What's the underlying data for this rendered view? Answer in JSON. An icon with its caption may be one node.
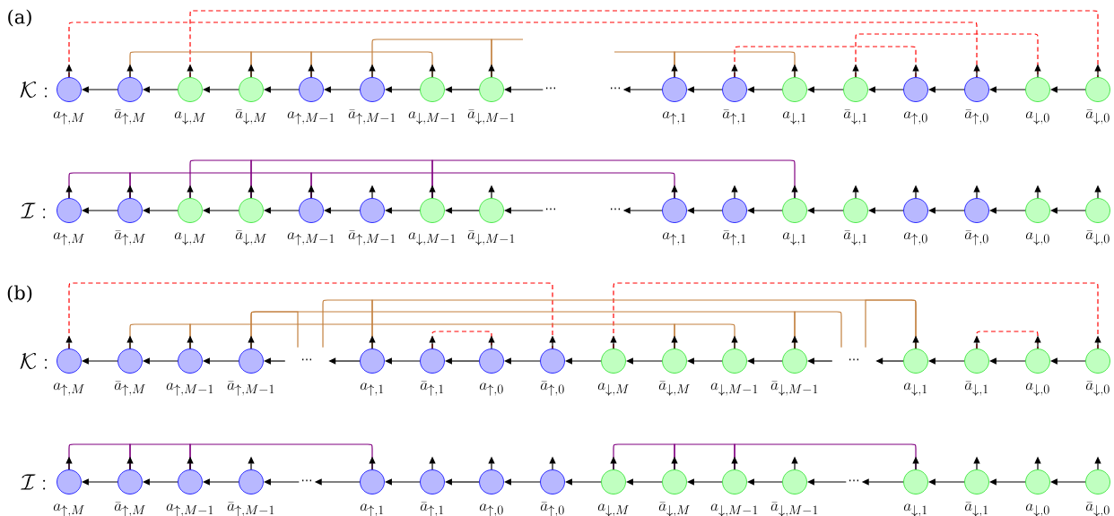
{
  "diagram": {
    "nodes": [
      {
        "text": [],
        "shape": "circle",
        "beside": [
          "a_{\\uparrow,M}"
        ]
      },
      {
        "text": [],
        "shape": "circle",
        "beside": [
          "\\bar{a}_{\\uparrow,M}"
        ]
      },
      {
        "text": [],
        "shape": "circle",
        "beside": [
          "a_{\\downarrow,M}"
        ]
      },
      {
        "text": [],
        "shape": "circle",
        "beside": [
          "\\bar{a}_{\\downarrow,M}"
        ]
      },
      {
        "text": [],
        "shape": "circle",
        "beside": [
          "a_{\\uparrow,M-1}"
        ]
      },
      {
        "text": [],
        "shape": "circle",
        "beside": [
          "\\bar{a}_{\\uparrow,M-1}"
        ]
      },
      {
        "text": [],
        "shape": "circle",
        "beside": [
          "a_{\\downarrow,M-1}"
        ]
      },
      {
        "text": [],
        "shape": "circle",
        "beside": [
          "\\bar{a}_{\\downarrow,M-1}"
        ]
      },
      {
        "text": [],
        "shape": "circle",
        "beside": [
          "a_{\\uparrow,1}"
        ]
      },
      {
        "text": [],
        "shape": "circle",
        "beside": [
          "\\bar{a}_{\\uparrow,1}"
        ]
      },
      {
        "text": [],
        "shape": "circle",
        "beside": [
          "a_{\\downarrow,1}"
        ]
      },
      {
        "text": [],
        "shape": "circle",
        "beside": [
          "\\bar{a}_{\\downarrow,1}"
        ]
      },
      {
        "text": [],
        "shape": "circle",
        "beside": [
          "a_{\\uparrow,0}"
        ]
      },
      {
        "text": [],
        "shape": "circle",
        "beside": [
          "\\bar{a}_{\\uparrow,0}"
        ]
      },
      {
        "text": [],
        "shape": "circle",
        "beside": [
          "a_{\\downarrow,0}"
        ]
      },
      {
        "text": [],
        "shape": "circle",
        "beside": [
          "\\bar{a}_{\\downarrow,0}"
        ]
      },
      {
        "text": [],
        "shape": "circle",
        "beside": [
          "a_{\\uparrow,M}"
        ]
      },
      {
        "text": [],
        "shape": "circle",
        "beside": [
          "\\bar{a}_{\\uparrow,M}"
        ]
      },
      {
        "text": [],
        "shape": "circle",
        "beside": [
          "a_{\\downarrow,M}"
        ]
      },
      {
        "text": [],
        "shape": "circle",
        "beside": [
          "\\bar{a}_{\\downarrow,M}"
        ]
      },
      {
        "text": [],
        "shape": "circle",
        "beside": [
          "a_{\\uparrow,M-1}"
        ]
      },
      {
        "text": [],
        "shape": "circle",
        "beside": [
          "\\bar{a}_{\\uparrow,M-1}"
        ]
      },
      {
        "text": [],
        "shape": "circle",
        "beside": [
          "a_{\\downarrow,M-1}"
        ]
      },
      {
        "text": [],
        "shape": "circle",
        "beside": [
          "\\bar{a}_{\\downarrow,M-1}"
        ]
      },
      {
        "text": [],
        "shape": "circle",
        "beside": [
          "a_{\\uparrow,1}"
        ]
      },
      {
        "text": [],
        "shape": "circle",
        "beside": [
          "\\bar{a}_{\\uparrow,1}"
        ]
      },
      {
        "text": [],
        "shape": "circle",
        "beside": [
          "a_{\\downarrow,1}"
        ]
      },
      {
        "text": [],
        "shape": "circle",
        "beside": [
          "\\bar{a}_{\\downarrow,1}"
        ]
      },
      {
        "text": [],
        "shape": "circle",
        "beside": [
          "a_{\\uparrow,0}"
        ]
      },
      {
        "text": [],
        "shape": "circle",
        "beside": [
          "\\bar{a}_{\\uparrow,0}"
        ]
      },
      {
        "text": [],
        "shape": "circle",
        "beside": [
          "a_{\\downarrow,0}"
        ]
      },
      {
        "text": [],
        "shape": "circle",
        "beside": [
          "\\bar{a}_{\\downarrow,0}"
        ]
      },
      {
        "text": [],
        "shape": "circle",
        "beside": [
          "a_{\\uparrow,M}"
        ]
      },
      {
        "text": [],
        "shape": "circle",
        "beside": [
          "\\bar{a}_{\\uparrow,M}"
        ]
      },
      {
        "text": [],
        "shape": "circle",
        "beside": [
          "a_{\\uparrow,M-1}"
        ]
      },
      {
        "text": [],
        "shape": "circle",
        "beside": [
          "\\bar{a}_{\\uparrow,M-1}"
        ]
      },
      {
        "text": [],
        "shape": "circle",
        "beside": [
          "a_{\\uparrow,1}"
        ]
      },
      {
        "text": [],
        "shape": "circle",
        "beside": [
          "\\bar{a}_{\\uparrow,1}"
        ]
      },
      {
        "text": [],
        "shape": "circle",
        "beside": [
          "a_{\\uparrow,0}"
        ]
      },
      {
        "text": [],
        "shape": "circle",
        "beside": [
          "\\bar{a}_{\\uparrow,0}"
        ]
      },
      {
        "text": [],
        "shape": "circle",
        "beside": [
          "a_{\\downarrow,M}"
        ]
      },
      {
        "text": [],
        "shape": "circle",
        "beside": [
          "\\bar{a}_{\\downarrow,M}"
        ]
      },
      {
        "text": [],
        "shape": "circle",
        "beside": [
          "a_{\\downarrow,M-1}"
        ]
      },
      {
        "text": [],
        "shape": "circle",
        "beside": [
          "\\bar{a}_{\\downarrow,M-1}"
        ]
      },
      {
        "text": [],
        "shape": "circle",
        "beside": [
          "a_{\\downarrow,1}"
        ]
      },
      {
        "text": [],
        "shape": "circle",
        "beside": [
          "\\bar{a}_{\\downarrow,1}"
        ]
      },
      {
        "text": [],
        "shape": "circle",
        "beside": [
          "a_{\\downarrow,0}"
        ]
      },
      {
        "text": [],
        "shape": "circle",
        "beside": [
          "\\bar{a}_{\\downarrow,0}"
        ]
      },
      {
        "text": [],
        "shape": "circle",
        "beside": [
          "a_{\\uparrow,M}"
        ]
      },
      {
        "text": [],
        "shape": "circle",
        "beside": [
          "\\bar{a}_{\\uparrow,M}"
        ]
      },
      {
        "text": [],
        "shape": "circle",
        "beside": [
          "a_{\\uparrow,M-1}"
        ]
      },
      {
        "text": [],
        "shape": "circle",
        "beside": [
          "\\bar{a}_{\\uparrow,M-1}"
        ]
      },
      {
        "text": [],
        "shape": "circle",
        "beside": [
          "a_{\\uparrow,1}"
        ]
      },
      {
        "text": [],
        "shape": "circle",
        "beside": [
          "\\bar{a}_{\\uparrow,1}"
        ]
      },
      {
        "text": [],
        "shape": "circle",
        "beside": [
          "a_{\\uparrow,0}"
        ]
      },
      {
        "text": [],
        "shape": "circle",
        "beside": [
          "\\bar{a}_{\\uparrow,0}"
        ]
      },
      {
        "text": [],
        "shape": "circle",
        "beside": [
          "a_{\\downarrow,M}"
        ]
      },
      {
        "text": [],
        "shape": "circle",
        "beside": [
          "\\bar{a}_{\\downarrow,M}"
        ]
      },
      {
        "text": [],
        "shape": "circle",
        "beside": [
          "a_{\\downarrow,M-1}"
        ]
      },
      {
        "text": [],
        "shape": "circle",
        "beside": [
          "\\bar{a}_{\\downarrow,M-1}"
        ]
      },
      {
        "text": [],
        "shape": "circle",
        "beside": [
          "a_{\\downarrow,1}"
        ]
      },
      {
        "text": [],
        "shape": "circle",
        "beside": [
          "\\bar{a}_{\\downarrow,1}"
        ]
      },
      {
        "text": [],
        "shape": "circle",
        "beside": [
          "a_{\\downarrow,0}"
        ]
      },
      {
        "text": [],
        "shape": "circle",
        "beside": [
          "\\bar{a}_{\\downarrow,0}"
        ]
      },
      {
        "text": [
          "⋯"
        ]
      },
      {
        "text": [
          "⋯"
        ]
      },
      {
        "text": [
          "⋯"
        ]
      },
      {
        "text": [
          "⋯"
        ]
      },
      {
        "text": [
          "⋯"
        ]
      },
      {
        "text": [
          "⋯"
        ]
      },
      {
        "text": [
          "⋯"
        ]
      },
      {
        "text": [
          "⋯"
        ]
      }
    ],
    "edges": [
      {
        "from": 1,
        "to": 0,
        "arrow": "to"
      },
      {
        "from": 2,
        "to": 1,
        "arrow": "to"
      },
      {
        "from": 3,
        "to": 2,
        "arrow": "to"
      },
      {
        "from": 4,
        "to": 3,
        "arrow": "to"
      },
      {
        "from": 5,
        "to": 4,
        "arrow": "to"
      },
      {
        "from": 6,
        "to": 5,
        "arrow": "to"
      },
      {
        "from": 7,
        "to": 6,
        "arrow": "to"
      },
      {
        "from": 64,
        "to": 7,
        "arrow": "to"
      },
      {
        "from": 8,
        "to": 65,
        "arrow": "to"
      },
      {
        "from": 9,
        "to": 8,
        "arrow": "to"
      },
      {
        "from": 10,
        "to": 9,
        "arrow": "to"
      },
      {
        "from": 11,
        "to": 10,
        "arrow": "to"
      },
      {
        "from": 12,
        "to": 11,
        "arrow": "to"
      },
      {
        "from": 13,
        "to": 12,
        "arrow": "to"
      },
      {
        "from": 14,
        "to": 13,
        "arrow": "to"
      },
      {
        "from": 15,
        "to": 14,
        "arrow": "to"
      },
      {
        "from": 0,
        "to": null,
        "arrow": "to"
      },
      {
        "from": 1,
        "to": null,
        "arrow": "to"
      },
      {
        "from": 2,
        "to": null,
        "arrow": "to"
      },
      {
        "from": 3,
        "to": null,
        "arrow": "to"
      },
      {
        "from": 4,
        "to": null,
        "arrow": "to"
      },
      {
        "from": 5,
        "to": null,
        "arrow": "to"
      },
      {
        "from": 6,
        "to": null,
        "arrow": "to"
      },
      {
        "from": 7,
        "to": null,
        "arrow": "to"
      },
      {
        "from": 8,
        "to": null,
        "arrow": "to"
      },
      {
        "from": 9,
        "to": null,
        "arrow": "to"
      },
      {
        "from": 10,
        "to": null,
        "arrow": "to"
      },
      {
        "from": 11,
        "to": null,
        "arrow": "to"
      },
      {
        "from": 12,
        "to": null,
        "arrow": "to"
      },
      {
        "from": 13,
        "to": null,
        "arrow": "to"
      },
      {
        "from": 14,
        "to": null,
        "arrow": "to"
      },
      {
        "from": 15,
        "to": null,
        "arrow": "to"
      },
      {
        "from": 0,
        "to": 13,
        "arrow": "none",
        "style": "dashed",
        "color": "#ff0000"
      },
      {
        "from": 2,
        "to": 15,
        "arrow": "none",
        "style": "dashed",
        "color": "#ff0000"
      },
      {
        "from": 9,
        "to": 12,
        "arrow": "none",
        "style": "dashed",
        "color": "#ff0000"
      },
      {
        "from": 11,
        "to": 14,
        "arrow": "none",
        "style": "dashed",
        "color": "#ff0000"
      },
      {
        "from": 1,
        "to": 3,
        "arrow": "none",
        "color": "#c3803f"
      },
      {
        "from": 3,
        "to": 4,
        "arrow": "none",
        "color": "#c3803f"
      },
      {
        "from": 4,
        "to": 6,
        "arrow": "none",
        "color": "#c3803f"
      },
      {
        "from": 5,
        "to": 7,
        "arrow": "none",
        "color": "#c3803f"
      },
      {
        "from": 7,
        "to": null,
        "arrow": "none",
        "color": "#c3803f"
      },
      {
        "from": 8,
        "to": 10,
        "arrow": "none",
        "color": "#c3803f"
      },
      {
        "from": 17,
        "to": 16,
        "arrow": "to"
      },
      {
        "from": 18,
        "to": 17,
        "arrow": "to"
      },
      {
        "from": 19,
        "to": 18,
        "arrow": "to"
      },
      {
        "from": 20,
        "to": 19,
        "arrow": "to"
      },
      {
        "from": 21,
        "to": 20,
        "arrow": "to"
      },
      {
        "from": 22,
        "to": 21,
        "arrow": "to"
      },
      {
        "from": 23,
        "to": 22,
        "arrow": "to"
      },
      {
        "from": 66,
        "to": 23,
        "arrow": "to"
      },
      {
        "from": 24,
        "to": 67,
        "arrow": "to"
      },
      {
        "from": 25,
        "to": 24,
        "arrow": "to"
      },
      {
        "from": 26,
        "to": 25,
        "arrow": "to"
      },
      {
        "from": 27,
        "to": 26,
        "arrow": "to"
      },
      {
        "from": 28,
        "to": 27,
        "arrow": "to"
      },
      {
        "from": 29,
        "to": 28,
        "arrow": "to"
      },
      {
        "from": 30,
        "to": 29,
        "arrow": "to"
      },
      {
        "from": 31,
        "to": 30,
        "arrow": "to"
      },
      {
        "from": 16,
        "to": null,
        "arrow": "to"
      },
      {
        "from": 17,
        "to": null,
        "arrow": "to"
      },
      {
        "from": 18,
        "to": null,
        "arrow": "to"
      },
      {
        "from": 19,
        "to": null,
        "arrow": "to"
      },
      {
        "from": 20,
        "to": null,
        "arrow": "to"
      },
      {
        "from": 21,
        "to": null,
        "arrow": "to"
      },
      {
        "from": 22,
        "to": null,
        "arrow": "to"
      },
      {
        "from": 23,
        "to": null,
        "arrow": "to"
      },
      {
        "from": 24,
        "to": null,
        "arrow": "to"
      },
      {
        "from": 25,
        "to": null,
        "arrow": "to"
      },
      {
        "from": 26,
        "to": null,
        "arrow": "to"
      },
      {
        "from": 27,
        "to": null,
        "arrow": "to"
      },
      {
        "from": 28,
        "to": null,
        "arrow": "to"
      },
      {
        "from": 29,
        "to": null,
        "arrow": "to"
      },
      {
        "from": 30,
        "to": null,
        "arrow": "to"
      },
      {
        "from": 31,
        "to": null,
        "arrow": "to"
      },
      {
        "from": 16,
        "to": 17,
        "arrow": "none",
        "color": "#800080"
      },
      {
        "from": 17,
        "to": 20,
        "arrow": "none",
        "color": "#800080"
      },
      {
        "from": 20,
        "to": 24,
        "arrow": "none",
        "color": "#800080"
      },
      {
        "from": 18,
        "to": 19,
        "arrow": "none",
        "color": "#800080"
      },
      {
        "from": 19,
        "to": 22,
        "arrow": "none",
        "color": "#800080"
      },
      {
        "from": 22,
        "to": 26,
        "arrow": "none",
        "color": "#800080"
      },
      {
        "from": 33,
        "to": 32,
        "arrow": "to"
      },
      {
        "from": 34,
        "to": 33,
        "arrow": "to"
      },
      {
        "from": 35,
        "to": 34,
        "arrow": "to"
      },
      {
        "from": 68,
        "to": 35,
        "arrow": "to"
      },
      {
        "from": 36,
        "to": 68,
        "arrow": "to"
      },
      {
        "from": 37,
        "to": 36,
        "arrow": "to"
      },
      {
        "from": 38,
        "to": 37,
        "arrow": "to"
      },
      {
        "from": 39,
        "to": 38,
        "arrow": "to"
      },
      {
        "from": 40,
        "to": 39,
        "arrow": "to"
      },
      {
        "from": 41,
        "to": 40,
        "arrow": "to"
      },
      {
        "from": 42,
        "to": 41,
        "arrow": "to"
      },
      {
        "from": 43,
        "to": 42,
        "arrow": "to"
      },
      {
        "from": 69,
        "to": 43,
        "arrow": "to"
      },
      {
        "from": 44,
        "to": 69,
        "arrow": "to"
      },
      {
        "from": 45,
        "to": 44,
        "arrow": "to"
      },
      {
        "from": 46,
        "to": 45,
        "arrow": "to"
      },
      {
        "from": 47,
        "to": 46,
        "arrow": "to"
      },
      {
        "from": 32,
        "to": null,
        "arrow": "to"
      },
      {
        "from": 33,
        "to": null,
        "arrow": "to"
      },
      {
        "from": 34,
        "to": null,
        "arrow": "to"
      },
      {
        "from": 35,
        "to": null,
        "arrow": "to"
      },
      {
        "from": 36,
        "to": null,
        "arrow": "to"
      },
      {
        "from": 37,
        "to": null,
        "arrow": "to"
      },
      {
        "from": 38,
        "to": null,
        "arrow": "to"
      },
      {
        "from": 39,
        "to": null,
        "arrow": "to"
      },
      {
        "from": 40,
        "to": null,
        "arrow": "to"
      },
      {
        "from": 41,
        "to": null,
        "arrow": "to"
      },
      {
        "from": 42,
        "to": null,
        "arrow": "to"
      },
      {
        "from": 43,
        "to": null,
        "arrow": "to"
      },
      {
        "from": 44,
        "to": null,
        "arrow": "to"
      },
      {
        "from": 45,
        "to": null,
        "arrow": "to"
      },
      {
        "from": 46,
        "to": null,
        "arrow": "to"
      },
      {
        "from": 47,
        "to": null,
        "arrow": "to"
      },
      {
        "from": 32,
        "to": 39,
        "arrow": "none",
        "style": "dashed",
        "color": "#ff0000"
      },
      {
        "from": 37,
        "to": 38,
        "arrow": "none",
        "style": "dashed",
        "color": "#ff0000"
      },
      {
        "from": 40,
        "to": 47,
        "arrow": "none",
        "style": "dashed",
        "color": "#ff0000"
      },
      {
        "from": 45,
        "to": 46,
        "arrow": "none",
        "style": "dashed",
        "color": "#ff0000"
      },
      {
        "from": 33,
        "to": 34,
        "arrow": "none",
        "color": "#c3803f"
      },
      {
        "from": 34,
        "to": 41,
        "arrow": "none",
        "color": "#c3803f"
      },
      {
        "from": 41,
        "to": 42,
        "arrow": "none",
        "color": "#c3803f"
      },
      {
        "from": 35,
        "to": 43,
        "arrow": "none",
        "color": "#c3803f"
      },
      {
        "from": 35,
        "to": 68,
        "arrow": "none",
        "color": "#c3803f"
      },
      {
        "from": 43,
        "to": 69,
        "arrow": "none",
        "color": "#c3803f"
      },
      {
        "from": 36,
        "to": 44,
        "arrow": "none",
        "color": "#c3803f"
      },
      {
        "from": 36,
        "to": 68,
        "arrow": "none",
        "color": "#c3803f"
      },
      {
        "from": 44,
        "to": 69,
        "arrow": "none",
        "color": "#c3803f"
      },
      {
        "from": 49,
        "to": 48,
        "arrow": "to"
      },
      {
        "from": 50,
        "to": 49,
        "arrow": "to"
      },
      {
        "from": 51,
        "to": 50,
        "arrow": "to"
      },
      {
        "from": 70,
        "to": 51,
        "arrow": "to"
      },
      {
        "from": 52,
        "to": 70,
        "arrow": "to"
      },
      {
        "from": 53,
        "to": 52,
        "arrow": "to"
      },
      {
        "from": 54,
        "to": 53,
        "arrow": "to"
      },
      {
        "from": 55,
        "to": 54,
        "arrow": "to"
      },
      {
        "from": 56,
        "to": 55,
        "arrow": "to"
      },
      {
        "from": 57,
        "to": 56,
        "arrow": "to"
      },
      {
        "from": 58,
        "to": 57,
        "arrow": "to"
      },
      {
        "from": 59,
        "to": 58,
        "arrow": "to"
      },
      {
        "from": 71,
        "to": 59,
        "arrow": "to"
      },
      {
        "from": 60,
        "to": 71,
        "arrow": "to"
      },
      {
        "from": 61,
        "to": 60,
        "arrow": "to"
      },
      {
        "from": 62,
        "to": 61,
        "arrow": "to"
      },
      {
        "from": 63,
        "to": 62,
        "arrow": "to"
      },
      {
        "from": 48,
        "to": null,
        "arrow": "to"
      },
      {
        "from": 49,
        "to": null,
        "arrow": "to"
      },
      {
        "from": 50,
        "to": null,
        "arrow": "to"
      },
      {
        "from": 51,
        "to": null,
        "arrow": "to"
      },
      {
        "from": 52,
        "to": null,
        "arrow": "to"
      },
      {
        "from": 53,
        "to": null,
        "arrow": "to"
      },
      {
        "from": 54,
        "to": null,
        "arrow": "to"
      },
      {
        "from": 55,
        "to": null,
        "arrow": "to"
      },
      {
        "from": 56,
        "to": null,
        "arrow": "to"
      },
      {
        "from": 57,
        "to": null,
        "arrow": "to"
      },
      {
        "from": 58,
        "to": null,
        "arrow": "to"
      },
      {
        "from": 59,
        "to": null,
        "arrow": "to"
      },
      {
        "from": 60,
        "to": null,
        "arrow": "to"
      },
      {
        "from": 61,
        "to": null,
        "arrow": "to"
      },
      {
        "from": 62,
        "to": null,
        "arrow": "to"
      },
      {
        "from": 63,
        "to": null,
        "arrow": "to"
      },
      {
        "from": 48,
        "to": 49,
        "arrow": "none",
        "color": "#800080"
      },
      {
        "from": 49,
        "to": 50,
        "arrow": "none",
        "color": "#800080"
      },
      {
        "from": 50,
        "to": 52,
        "arrow": "none",
        "color": "#800080"
      },
      {
        "from": 56,
        "to": 57,
        "arrow": "none",
        "color": "#800080"
      },
      {
        "from": 57,
        "to": 58,
        "arrow": "none",
        "color": "#800080"
      },
      {
        "from": 58,
        "to": 60,
        "arrow": "none",
        "color": "#800080"
      },
      {
        "from": null,
        "to": 8,
        "arrow": "none",
        "color": "#c3803f"
      }
    ],
    "labels": [
      "(a)",
      "\\mathcal{K}:",
      "\\mathcal{I}:",
      "(b)",
      "\\mathcal{K}:",
      "\\mathcal{I}:"
    ]
  }
}
